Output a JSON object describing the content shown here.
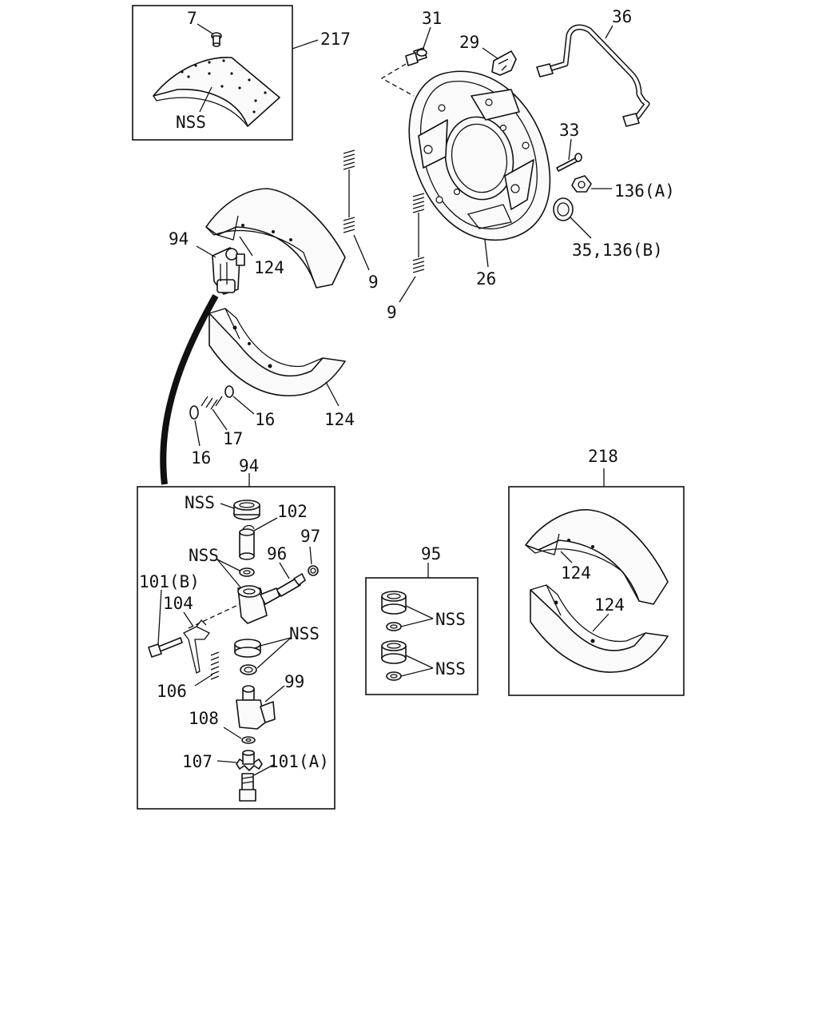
{
  "labels": {
    "p7": "7",
    "p217": "217",
    "nss_lining": "NSS",
    "p31": "31",
    "p29": "29",
    "p36": "36",
    "p33": "33",
    "p136a": "136(A)",
    "p35_136b": "35,136(B)",
    "p26": "26",
    "p9a": "9",
    "p9b": "9",
    "p94a": "94",
    "p124a": "124",
    "p124b": "124",
    "p16a": "16",
    "p16b": "16",
    "p17": "17",
    "p94b": "94",
    "nss_cup_top": "NSS",
    "p102": "102",
    "p97": "97",
    "nss_ring": "NSS",
    "p96": "96",
    "p101b": "101(B)",
    "p104": "104",
    "nss_cup_low": "NSS",
    "p106": "106",
    "p99": "99",
    "p108": "108",
    "p107": "107",
    "p101a": "101(A)",
    "p95": "95",
    "nss_kit1": "NSS",
    "nss_kit2": "NSS",
    "p218": "218",
    "p124c": "124",
    "p124d": "124"
  }
}
